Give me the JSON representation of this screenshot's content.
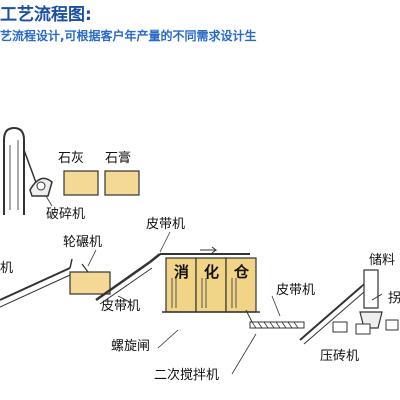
{
  "header": {
    "title": "工艺流程图:",
    "subtitle": "艺流程设计,可根据客户年产量的不同需求设计生"
  },
  "labels": {
    "lime": "石灰",
    "gypsum": "石膏",
    "crusher": "破碎机",
    "roller_mill": "轮碾机",
    "belt_conveyor_top": "皮带机",
    "belt_conveyor_mid": "皮带机",
    "belt_conveyor_right": "皮带机",
    "screw_gate": "螺旋闸",
    "secondary_mixer": "二次搅拌机",
    "brick_press": "压砖机",
    "storage_partial": "储料",
    "edge_left": "机",
    "edge_right": "拐"
  },
  "silo": {
    "chars": [
      "消",
      "化",
      "仓"
    ]
  },
  "colors": {
    "title": "#1a4fa8",
    "subtitle": "#2a6ac8",
    "block_fill": "#f3d995",
    "silo_fill": "#f1d486",
    "line": "#333333"
  }
}
